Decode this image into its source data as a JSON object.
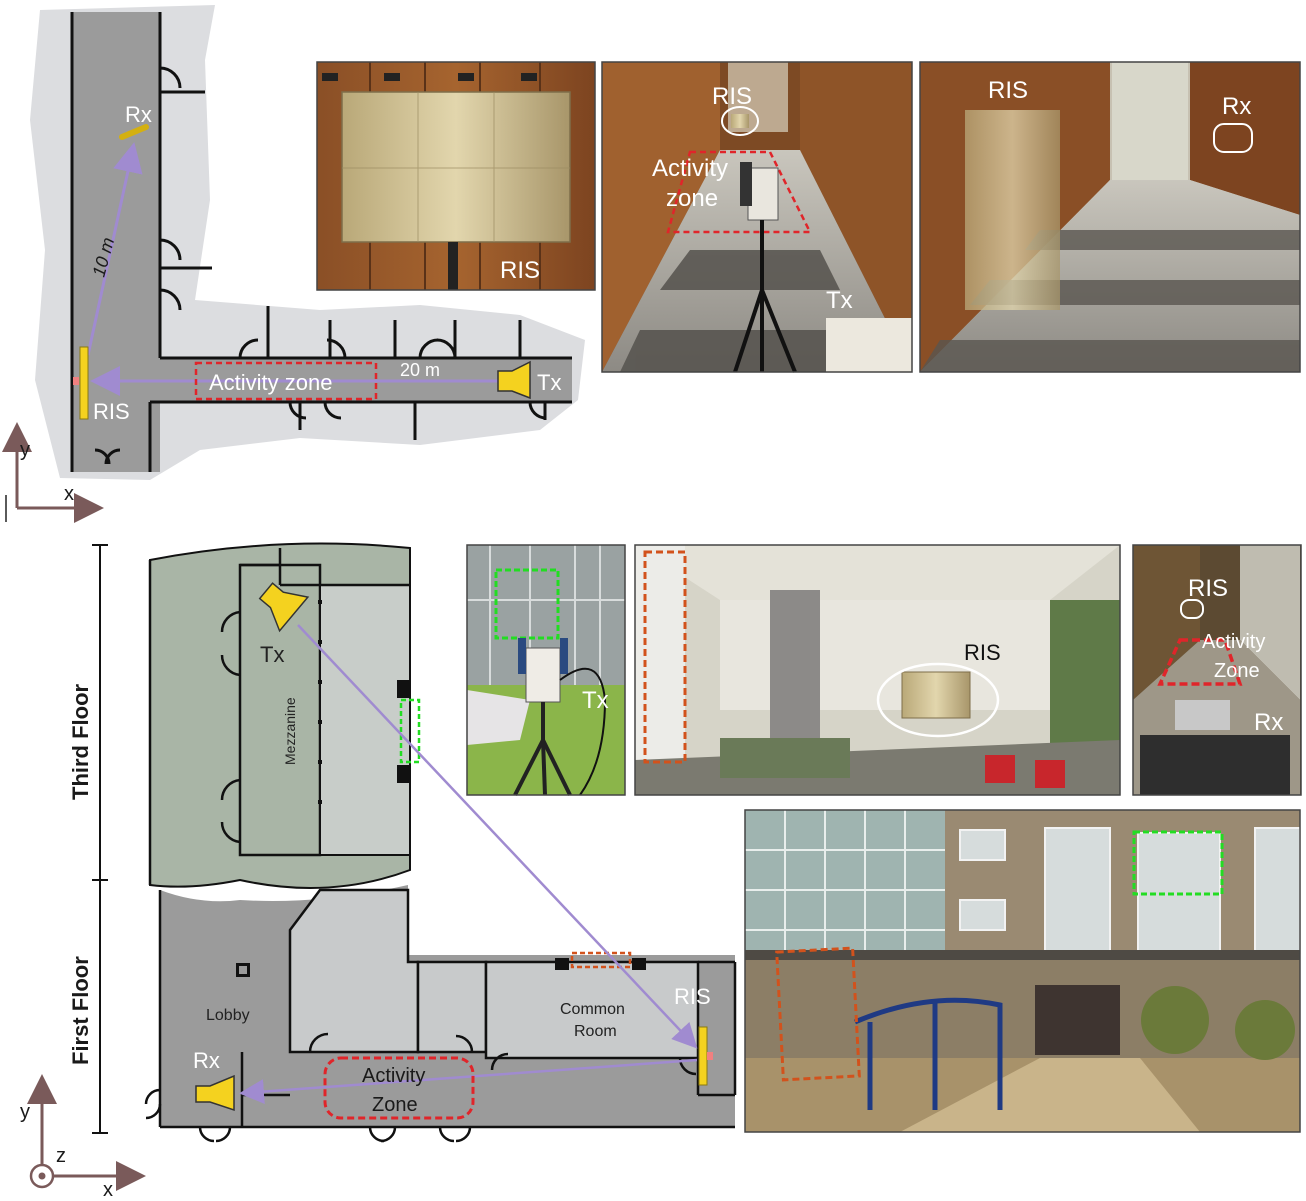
{
  "colors": {
    "background_map": "#dcdde0",
    "corridor": "#9b9b9b",
    "room": "#c8cacb",
    "green_room": "#a9b5a6",
    "link_arrow": "#a08bd0",
    "zone_red": "#e0252a",
    "ris_yellow": "#f4d21f",
    "axis_brown": "#7a5a5a",
    "highlight_green": "#22dd22",
    "highlight_orange": "#d2521c"
  },
  "top_plan": {
    "rx_label": "Rx",
    "ris_label": "RIS",
    "tx_label": "Tx",
    "activity_zone_label": "Activity zone",
    "distance_vertical": "10 m",
    "distance_horizontal": "20 m",
    "axis_y": "y",
    "axis_x": "x"
  },
  "top_photos": {
    "photo1": {
      "ris_label": "RIS"
    },
    "photo2": {
      "ris_label": "RIS",
      "zone_line1": "Activity",
      "zone_line2": "zone",
      "tx_label": "Tx"
    },
    "photo3": {
      "ris_label": "RIS",
      "rx_label": "Rx"
    }
  },
  "bottom_plan": {
    "floor_third": "Third Floor",
    "floor_first": "First Floor",
    "tx_label": "Tx",
    "mezzanine_label": "Mezzanine",
    "lobby_label": "Lobby",
    "common_room_line1": "Common",
    "common_room_line2": "Room",
    "ris_label": "RIS",
    "rx_label": "Rx",
    "activity_line1": "Activity",
    "activity_line2": "Zone",
    "axis_y": "y",
    "axis_z": "z",
    "axis_x": "x"
  },
  "bottom_photos": {
    "photo4": {
      "tx_label": "Tx"
    },
    "photo5": {
      "ris_label": "RIS"
    },
    "photo6": {
      "ris_label": "RIS",
      "zone_line1": "Activity",
      "zone_line2": "Zone",
      "rx_label": "Rx"
    }
  }
}
